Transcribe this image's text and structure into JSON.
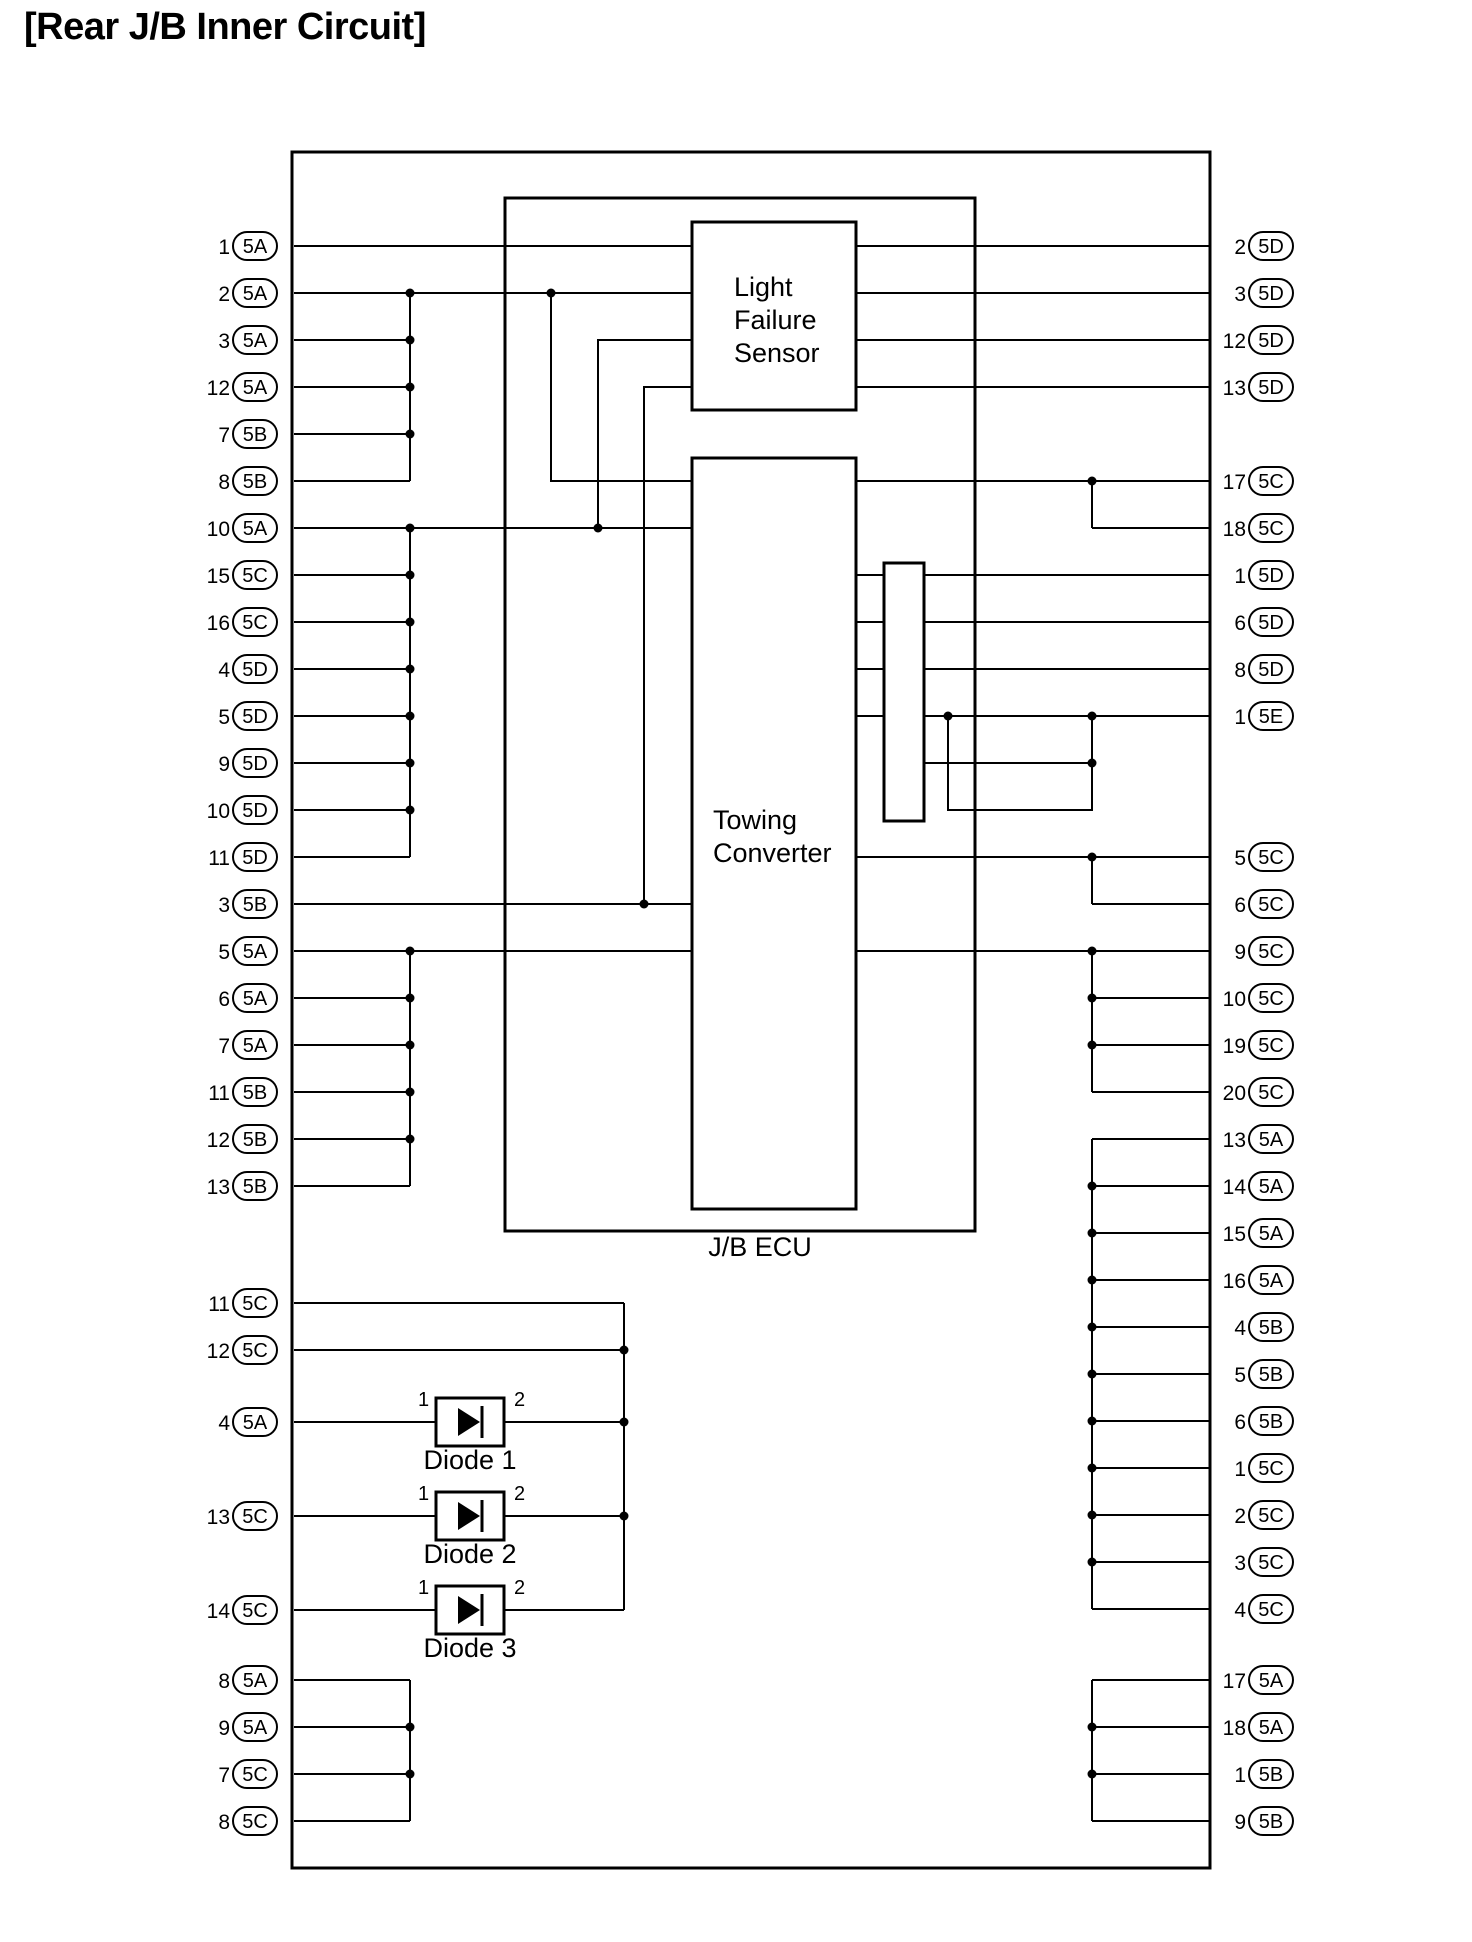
{
  "title": "[Rear J/B Inner Circuit]",
  "colors": {
    "line": "#000000",
    "background": "#ffffff"
  },
  "blocks": {
    "light_failure_sensor": [
      "Light",
      "Failure",
      "Sensor"
    ],
    "towing_converter": [
      "Towing",
      "Converter"
    ],
    "jb_ecu": "J/B ECU"
  },
  "diodes": [
    {
      "name": "Diode 1",
      "pin_in": "1",
      "pin_out": "2"
    },
    {
      "name": "Diode 2",
      "pin_in": "1",
      "pin_out": "2"
    },
    {
      "name": "Diode 3",
      "pin_in": "1",
      "pin_out": "2"
    }
  ],
  "left_terminals": [
    {
      "pin": "1",
      "connector": "5A"
    },
    {
      "pin": "2",
      "connector": "5A"
    },
    {
      "pin": "3",
      "connector": "5A"
    },
    {
      "pin": "12",
      "connector": "5A"
    },
    {
      "pin": "7",
      "connector": "5B"
    },
    {
      "pin": "8",
      "connector": "5B"
    },
    {
      "pin": "10",
      "connector": "5A"
    },
    {
      "pin": "15",
      "connector": "5C"
    },
    {
      "pin": "16",
      "connector": "5C"
    },
    {
      "pin": "4",
      "connector": "5D"
    },
    {
      "pin": "5",
      "connector": "5D"
    },
    {
      "pin": "9",
      "connector": "5D"
    },
    {
      "pin": "10",
      "connector": "5D"
    },
    {
      "pin": "11",
      "connector": "5D"
    },
    {
      "pin": "3",
      "connector": "5B"
    },
    {
      "pin": "5",
      "connector": "5A"
    },
    {
      "pin": "6",
      "connector": "5A"
    },
    {
      "pin": "7",
      "connector": "5A"
    },
    {
      "pin": "11",
      "connector": "5B"
    },
    {
      "pin": "12",
      "connector": "5B"
    },
    {
      "pin": "13",
      "connector": "5B"
    },
    {
      "pin": "11",
      "connector": "5C"
    },
    {
      "pin": "12",
      "connector": "5C"
    },
    {
      "pin": "4",
      "connector": "5A"
    },
    {
      "pin": "13",
      "connector": "5C"
    },
    {
      "pin": "14",
      "connector": "5C"
    },
    {
      "pin": "8",
      "connector": "5A"
    },
    {
      "pin": "9",
      "connector": "5A"
    },
    {
      "pin": "7",
      "connector": "5C"
    },
    {
      "pin": "8",
      "connector": "5C"
    }
  ],
  "right_terminals": [
    {
      "pin": "2",
      "connector": "5D"
    },
    {
      "pin": "3",
      "connector": "5D"
    },
    {
      "pin": "12",
      "connector": "5D"
    },
    {
      "pin": "13",
      "connector": "5D"
    },
    {
      "pin": "17",
      "connector": "5C"
    },
    {
      "pin": "18",
      "connector": "5C"
    },
    {
      "pin": "1",
      "connector": "5D"
    },
    {
      "pin": "6",
      "connector": "5D"
    },
    {
      "pin": "8",
      "connector": "5D"
    },
    {
      "pin": "1",
      "connector": "5E"
    },
    {
      "pin": "5",
      "connector": "5C"
    },
    {
      "pin": "6",
      "connector": "5C"
    },
    {
      "pin": "9",
      "connector": "5C"
    },
    {
      "pin": "10",
      "connector": "5C"
    },
    {
      "pin": "19",
      "connector": "5C"
    },
    {
      "pin": "20",
      "connector": "5C"
    },
    {
      "pin": "13",
      "connector": "5A"
    },
    {
      "pin": "14",
      "connector": "5A"
    },
    {
      "pin": "15",
      "connector": "5A"
    },
    {
      "pin": "16",
      "connector": "5A"
    },
    {
      "pin": "4",
      "connector": "5B"
    },
    {
      "pin": "5",
      "connector": "5B"
    },
    {
      "pin": "6",
      "connector": "5B"
    },
    {
      "pin": "1",
      "connector": "5C"
    },
    {
      "pin": "2",
      "connector": "5C"
    },
    {
      "pin": "3",
      "connector": "5C"
    },
    {
      "pin": "4",
      "connector": "5C"
    },
    {
      "pin": "17",
      "connector": "5A"
    },
    {
      "pin": "18",
      "connector": "5A"
    },
    {
      "pin": "1",
      "connector": "5B"
    },
    {
      "pin": "9",
      "connector": "5B"
    }
  ]
}
